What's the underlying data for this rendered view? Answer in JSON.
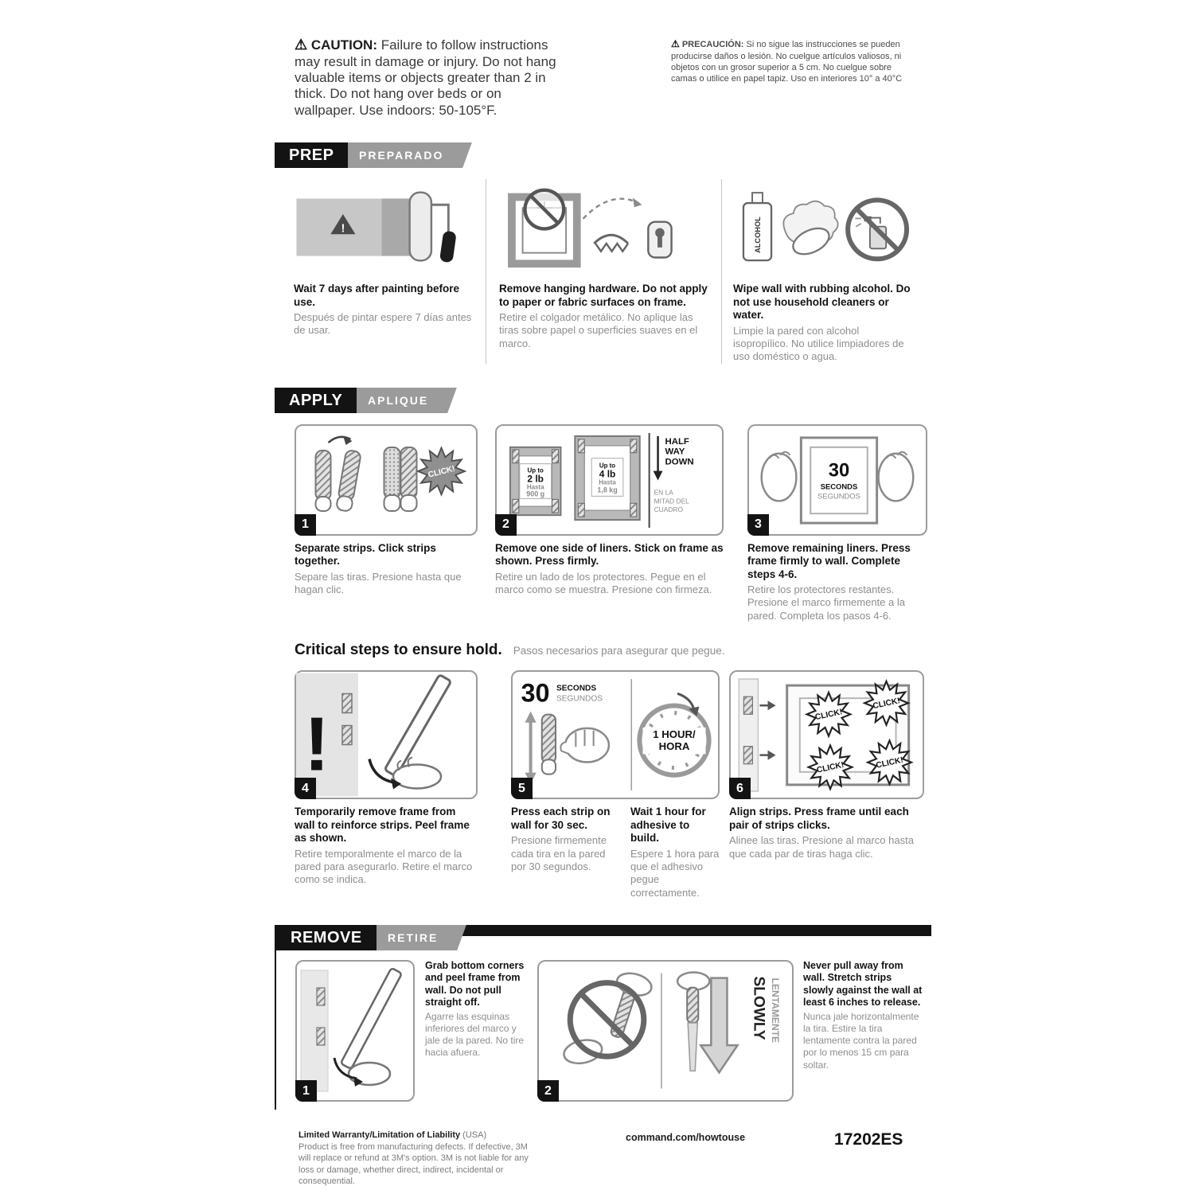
{
  "caution": {
    "en": {
      "icon": "⚠",
      "title": "CAUTION:",
      "body": "Failure to follow instructions may result in damage or injury. Do not hang valuable items or objects greater than 2 in thick. Do not hang over beds or on wallpaper. Use indoors: 50-105°F."
    },
    "es": {
      "icon": "⚠",
      "title": "PRECAUCIÓN:",
      "body": "Si no sigue las instrucciones se pueden producirse daños o lesión. No cuelgue artículos valiosos, ni objetos con un grosor superior a 5 cm. No cuelgue sobre camas o utilice en papel tapiz. Uso en interiores 10° a 40°C"
    }
  },
  "prep": {
    "label_en": "PREP",
    "label_es": "PREPARADO",
    "alcohol_label": "ALCOHOL",
    "steps": [
      {
        "caption_en": "Wait 7 days after painting before use.",
        "caption_es": "Después de pintar espere 7 días antes de usar."
      },
      {
        "caption_en": "Remove hanging hardware. Do not apply to paper or fabric surfaces on frame.",
        "caption_es": "Retire el colgador metálico. No aplique las tiras sobre papel o superficies suaves en el marco."
      },
      {
        "caption_en": "Wipe wall with rubbing alcohol. Do not use household cleaners or water.",
        "caption_es": "Limpie la pared con alcohol isopropílico. No utilice limpiadores de uso doméstico o agua."
      }
    ]
  },
  "apply": {
    "label_en": "APPLY",
    "label_es": "APLIQUE",
    "click": "CLICK!",
    "weight1": {
      "up_to": "Up to",
      "lb": "2 lb",
      "hasta": "Hasta",
      "metric": "900 g"
    },
    "weight2": {
      "up_to": "Up to",
      "lb": "4 lb",
      "hasta": "Hasta",
      "metric": "1,8 kg"
    },
    "halfway_en": [
      "HALF",
      "WAY",
      "DOWN"
    ],
    "halfway_es": [
      "EN LA",
      "MITAD DEL",
      "CUADRO"
    ],
    "seconds": {
      "num": "30",
      "en": "SECONDS",
      "es": "SEGUNDOS"
    },
    "steps": [
      {
        "num": "1",
        "caption_en": "Separate strips. Click strips together.",
        "caption_es": "Separe las tiras. Presione hasta que hagan clic."
      },
      {
        "num": "2",
        "caption_en": "Remove one side of liners. Stick on frame as shown. Press firmly.",
        "caption_es": "Retire un lado de los protectores. Pegue en el marco como se muestra. Presione con firmeza."
      },
      {
        "num": "3",
        "caption_en": "Remove remaining liners. Press frame firmly to wall. Complete steps 4-6.",
        "caption_es": "Retire los protectores restantes. Presione el marco firmemente a la pared. Completa los pasos 4-6."
      }
    ]
  },
  "critical": {
    "title_en": "Critical steps to ensure hold.",
    "title_es": "Pasos necesarios para asegurar que pegue.",
    "bang": "!",
    "step4": {
      "num": "4",
      "caption_en": "Temporarily remove frame from wall to reinforce strips. Peel frame as shown.",
      "caption_es": "Retire temporalmente el marco de la pared para asegurarlo. Retire el marco como se indica."
    },
    "step5": {
      "num": "5",
      "seconds": {
        "num": "30",
        "en": "SECONDS",
        "es": "SEGUNDOS"
      },
      "clock_line1": "1 HOUR/",
      "clock_line2": "HORA",
      "caption_a_en": "Press each strip on wall for 30 sec.",
      "caption_a_es": "Presione firmemente cada tira en la pared por 30 segundos.",
      "caption_b_en": "Wait 1 hour for adhesive to build.",
      "caption_b_es": "Espere 1 hora para que el adhesivo pegue correctamente."
    },
    "step6": {
      "num": "6",
      "click": "CLICK!",
      "caption_en": "Align strips. Press frame until each pair of strips clicks.",
      "caption_es": "Alinee las tiras. Presione al marco hasta que cada par de tiras haga clic."
    }
  },
  "remove": {
    "label_en": "REMOVE",
    "label_es": "RETIRE",
    "step1": {
      "num": "1",
      "caption_en": "Grab bottom corners and peel frame from wall. Do not pull straight off.",
      "caption_es": "Agarre las esquinas inferiores del marco y jale de la pared. No tire hacia afuera."
    },
    "step2": {
      "num": "2",
      "slowly_en": "SLOWLY",
      "slowly_es": "LENTAMENTE",
      "caption_en": "Never pull away from wall. Stretch strips slowly against the wall at least 6 inches to release.",
      "caption_es": "Nunca jale horizontalmente la tira. Estire la tira lentamente contra la pared por lo menos 15 cm para soltar."
    }
  },
  "footer": {
    "warranty_title": "Limited Warranty/Limitation of Liability",
    "warranty_region": "(USA)",
    "warranty_body": "Product is free from manufacturing defects. If defective, 3M will replace or refund at 3M's option. 3M is not liable for any loss or damage, whether direct, indirect, incidental or consequential.",
    "url": "command.com/howtouse",
    "sku": "17202ES"
  }
}
